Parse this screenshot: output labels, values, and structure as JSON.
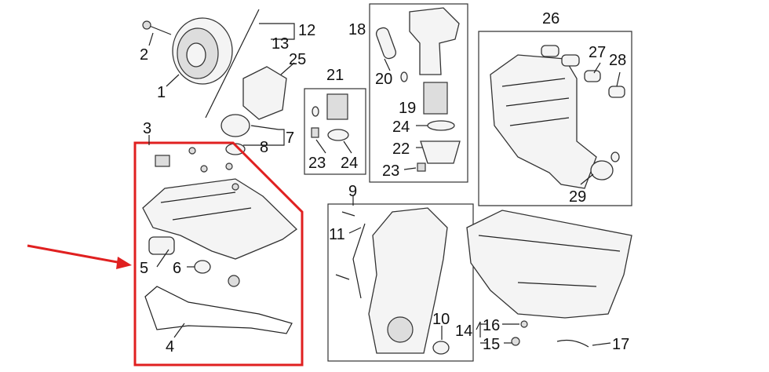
{
  "diagram": {
    "title": "Engine parts exploded view",
    "highlight_color": "#e02020",
    "labels": {
      "l1": "1",
      "l2": "2",
      "l3": "3",
      "l4": "4",
      "l5": "5",
      "l6": "6",
      "l7": "7",
      "l8": "8",
      "l9": "9",
      "l10": "10",
      "l11": "11",
      "l12": "12",
      "l13": "13",
      "l14": "14",
      "l15": "15",
      "l16": "16",
      "l17": "17",
      "l18": "18",
      "l19": "19",
      "l20": "20",
      "l21": "21",
      "l22": "22",
      "l23a": "23",
      "l23b": "23",
      "l24a": "24",
      "l24b": "24",
      "l25": "25",
      "l26": "26",
      "l27": "27",
      "l28": "28",
      "l29": "29"
    }
  }
}
